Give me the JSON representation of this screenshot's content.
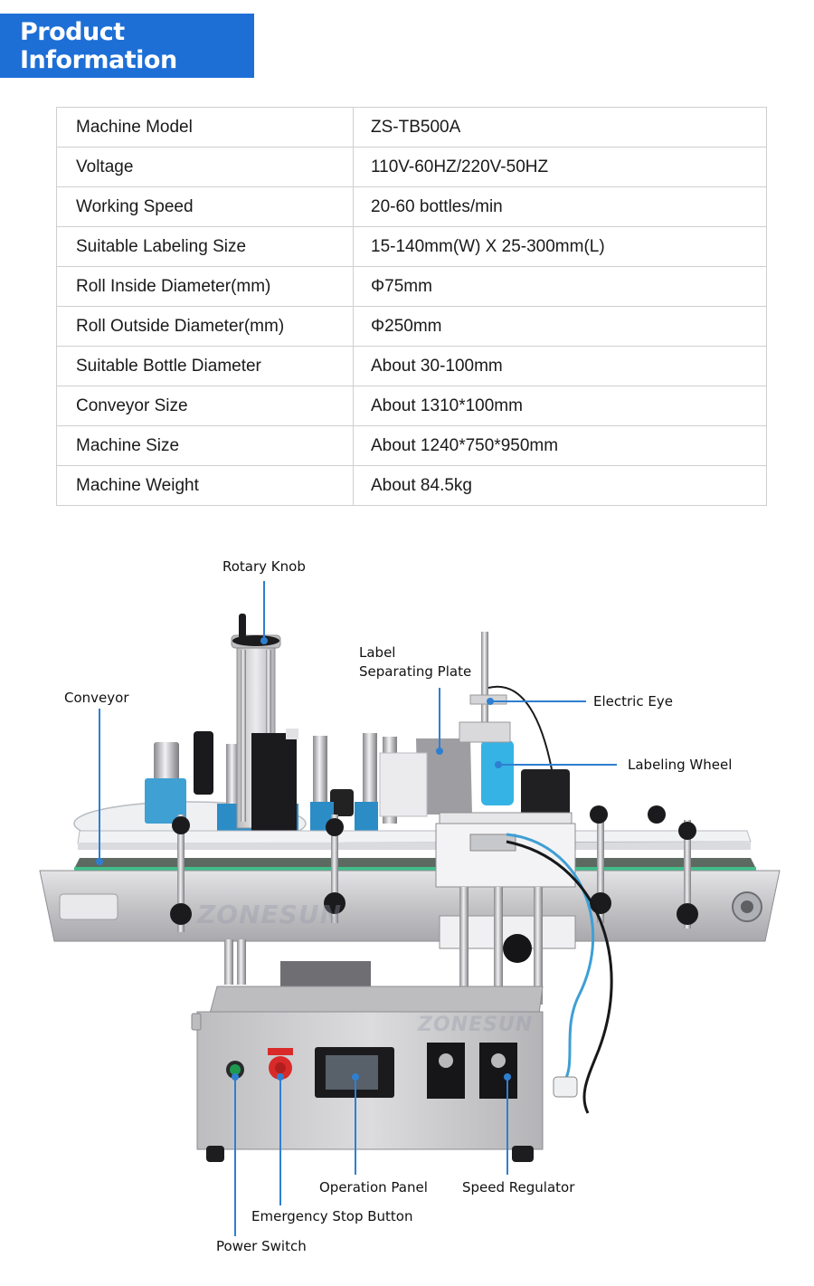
{
  "header": {
    "title": "Product Information"
  },
  "specs": {
    "rows": [
      {
        "label": "Machine Model",
        "value": "ZS-TB500A"
      },
      {
        "label": "Voltage",
        "value": "110V-60HZ/220V-50HZ"
      },
      {
        "label": "Working Speed",
        "value": "20-60 bottles/min"
      },
      {
        "label": "Suitable Labeling Size",
        "value": "15-140mm(W) X 25-300mm(L)"
      },
      {
        "label": "Roll Inside Diameter(mm)",
        "value": "Φ75mm"
      },
      {
        "label": "Roll Outside Diameter(mm)",
        "value": "Φ250mm"
      },
      {
        "label": "Suitable Bottle Diameter",
        "value": "About 30-100mm"
      },
      {
        "label": "Conveyor Size",
        "value": "About 1310*100mm"
      },
      {
        "label": "Machine Size",
        "value": "About 1240*750*950mm"
      },
      {
        "label": "Machine Weight",
        "value": "About 84.5kg"
      }
    ]
  },
  "diagram": {
    "callouts": {
      "rotary_knob": "Rotary Knob",
      "label_plate_line1": "Label",
      "label_plate_line2": "Separating Plate",
      "conveyor": "Conveyor",
      "electric_eye": "Electric Eye",
      "labeling_wheel": "Labeling Wheel",
      "operation_panel": "Operation Panel",
      "speed_regulator": "Speed Regulator",
      "emergency_stop": "Emergency Stop Button",
      "power_switch": "Power Switch"
    },
    "watermark": "ZONESUN",
    "colors": {
      "accent": "#1d6fd6",
      "callout_line": "#2f7fd1",
      "steel": "#c9c9cb",
      "label_blue": "#2aa3d8",
      "stop_red": "#d92a2a",
      "power_green": "#1e9a4f"
    }
  }
}
